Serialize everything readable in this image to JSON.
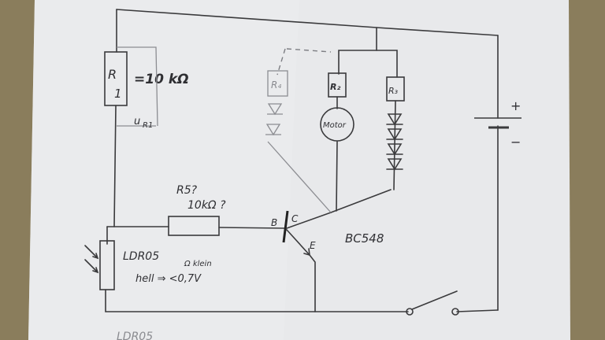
{
  "diagram": {
    "type": "hand-drawn circuit schematic",
    "colors": {
      "paper": "#e9eaec",
      "ink": "#3a3a3c",
      "table": "#8a7d5c"
    },
    "components": {
      "r1": {
        "label": "R",
        "subscript": "1",
        "value": "=10 kΩ",
        "voltage_label": "u",
        "voltage_sub": "R1"
      },
      "r4": {
        "label": "R₄"
      },
      "r2": {
        "label": "R₂"
      },
      "r3": {
        "label": "R₃"
      },
      "motor": {
        "label": "Motor"
      },
      "r5": {
        "label": "R5?",
        "value": "10kΩ ?"
      },
      "transistor": {
        "base": "B",
        "collector": "C",
        "emitter": "E",
        "part": "BC548"
      },
      "ldr": {
        "label": "LDR05",
        "note1": "Ω klein",
        "note2": "hell ⇒ <0,7V"
      },
      "battery": {
        "plus": "+",
        "minus": "−"
      },
      "switch": {
        "state": "open"
      },
      "bottom_note": "LDR05"
    },
    "led_count_r3_branch": 4,
    "led_count_r4_branch": 2
  }
}
